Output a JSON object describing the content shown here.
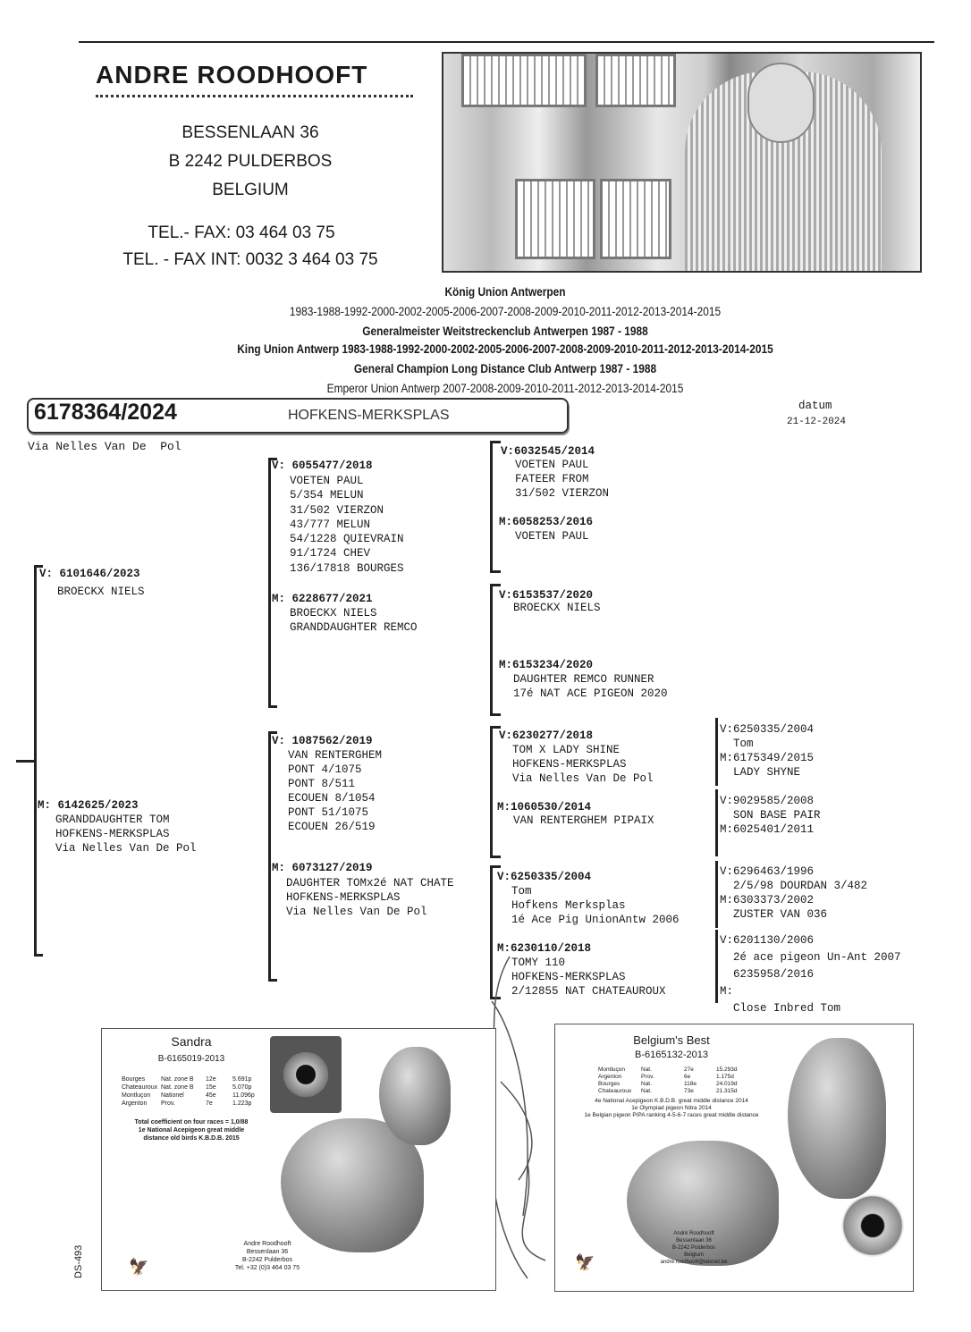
{
  "header": {
    "name": "ANDRE ROODHOOFT",
    "address": [
      "BESSENLAAN 36",
      "B 2242  PULDERBOS",
      "BELGIUM"
    ],
    "tel": "TEL.- FAX: 03 464 03 75",
    "tel_int": "TEL. - FAX INT: 0032 3 464 03 75"
  },
  "titles": [
    "König Union Antwerpen",
    "1983-1988-1992-2000-2002-2005-2006-2007-2008-2009-2010-2011-2012-2013-2014-2015",
    "Generalmeister Weitstreckenclub Antwerpen 1987 - 1988",
    "King Union Antwerp 1983-1988-1992-2000-2002-2005-2006-2007-2008-2009-2010-2011-2012-2013-2014-2015",
    "General Champion Long Distance Club Antwerp 1987 - 1988",
    "Emperor Union Antwerp 2007-2008-2009-2010-2011-2012-2013-2014-2015"
  ],
  "pigeon": {
    "ring": "6178364/2024",
    "loft": "HOFKENS-MERKSPLAS",
    "datum_label": "datum",
    "date": "21-12-2024",
    "via": "Via Nelles Van De  Pol"
  },
  "pedigree": {
    "g1": [
      {
        "ring": "V: 6101646/2023",
        "lines": "BROECKX NIELS"
      },
      {
        "ring": "M: 6142625/2023",
        "lines": "GRANDDAUGHTER TOM\nHOFKENS-MERKSPLAS\nVia Nelles Van De Pol"
      }
    ],
    "g2": [
      {
        "ring": "V: 6055477/2018",
        "lines": "VOETEN PAUL\n5/354 MELUN\n31/502 VIERZON\n43/777 MELUN\n54/1228 QUIEVRAIN\n91/1724 CHEV\n136/17818 BOURGES"
      },
      {
        "ring": "M: 6228677/2021",
        "lines": "BROECKX NIELS\nGRANDDAUGHTER REMCO"
      },
      {
        "ring": "V: 1087562/2019",
        "lines": "VAN RENTERGHEM\nPONT 4/1075\nPONT 8/511\nECOUEN 8/1054\nPONT 51/1075\nECOUEN 26/519"
      },
      {
        "ring": "M: 6073127/2019",
        "lines": "DAUGHTER TOMx2é NAT CHATE\nHOFKENS-MERKSPLAS\nVia Nelles Van De Pol"
      }
    ],
    "g3": [
      {
        "ring": "V:6032545/2014",
        "lines": "VOETEN PAUL\nFATEER FROM\n31/502 VIERZON"
      },
      {
        "ring": "M:6058253/2016",
        "lines": "VOETEN PAUL"
      },
      {
        "ring": "V:6153537/2020",
        "lines": "BROECKX NIELS"
      },
      {
        "ring": "M:6153234/2020",
        "lines": "DAUGHTER REMCO RUNNER\n17é NAT ACE PIGEON 2020"
      },
      {
        "ring": "V:6230277/2018",
        "lines": "TOM X LADY SHINE\nHOFKENS-MERKSPLAS\nVia Nelles Van De Pol"
      },
      {
        "ring": "M:1060530/2014",
        "lines": "VAN RENTERGHEM PIPAIX"
      },
      {
        "ring": "V:6250335/2004",
        "lines": "Tom\nHofkens Merksplas\n1é Ace Pig UnionAntw 2006"
      },
      {
        "ring": "M:6230110/2018",
        "lines": "TOMY 110\nHOFKENS-MERKSPLAS\n2/12855 NAT CHATEAUROUX"
      }
    ],
    "g4": [
      {
        "text": "V:6250335/2004\n  Tom\nM:6175349/2015\n  LADY SHYNE"
      },
      {
        "text": "V:9029585/2008\n  SON BASE PAIR\nM:6025401/2011"
      },
      {
        "text": "V:6296463/1996\n  2/5/98 DOURDAN 3/482\nM:6303373/2002\n  ZUSTER VAN 036"
      },
      {
        "text": "V:6201130/2006\n  2é ace pigeon Un-Ant 2007\n  6235958/2016\nM:\n  Close Inbred Tom"
      }
    ]
  },
  "cards": [
    {
      "name": "Sandra",
      "ring": "B-6165019-2013",
      "results": [
        [
          "Bourges",
          "Nat. zone B",
          "12e",
          "5.691p"
        ],
        [
          "Chateauroux",
          "Nat. zone B",
          "15e",
          "5.070p"
        ],
        [
          "Montluçon",
          "Nationel",
          "45e",
          "11.096p"
        ],
        [
          "Argenton",
          "Prov.",
          "7e",
          "1.223p"
        ]
      ],
      "notes": "Total coefficient on four races = 1,0/88\n1e National Acepigeon great middle\ndistance old birds K.B.D.B. 2015",
      "footer": "Andre Roodhooft\nBessenlaan 36\nB-2242 Pulderbos\nTel. +32 (0)3 464 03 75"
    },
    {
      "name": "Belgium's Best",
      "ring": "B-6165132-2013",
      "results": [
        [
          "Montluçon",
          "Nat.",
          "27e",
          "15.293d"
        ],
        [
          "Argenton",
          "Prov.",
          "6e",
          "1.175d"
        ],
        [
          "Bourges",
          "Nat.",
          "118e",
          "24.019d"
        ],
        [
          "Chateauroux",
          "Nat.",
          "73e",
          "21.315d"
        ]
      ],
      "notes": "4e National Acepigeon K.B.D.B. great middle distance 2014\n1e Olympiad pigeon Nitra 2014\n1e Belgian pigeon PIPA ranking 4-5-6-7 races great middle distance",
      "footer": "André Roodhooft\nBessenlaan 36\nB-2242 Pulderbos\nBelgium\nandre.roodhooft@telenet.be"
    }
  ],
  "doc_code": "DS-493"
}
